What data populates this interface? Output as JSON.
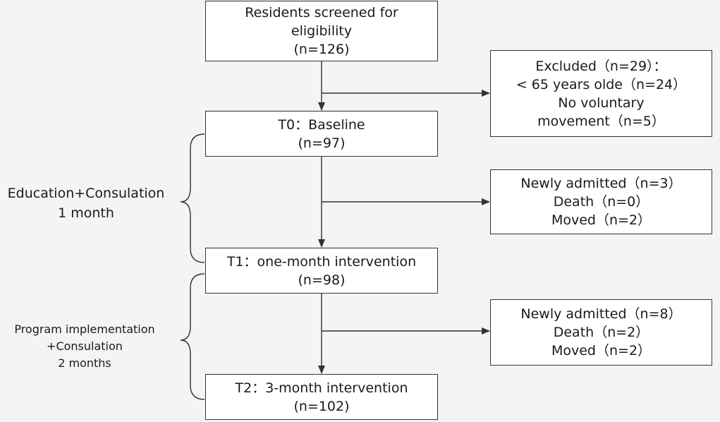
{
  "main_flow": {
    "screened": {
      "line1": "Residents screened for",
      "line2": "eligibility",
      "line3": "(n=126)"
    },
    "t0": {
      "line1": "T0：Baseline",
      "line2": "(n=97)"
    },
    "t1": {
      "line1": "T1：one-month intervention",
      "line2": "(n=98)"
    },
    "t2": {
      "line1": "T2：3-month intervention",
      "line2": "(n=102)"
    }
  },
  "side_boxes": {
    "excluded": {
      "line1": "Excluded（n=29）：",
      "line2": "< 65 years olde（n=24）",
      "line3": "No voluntary",
      "line4": "movement（n=5）"
    },
    "change1": {
      "line1": "Newly admitted（n=3）",
      "line2": "Death（n=0）",
      "line3": "Moved（n=2）"
    },
    "change2": {
      "line1": "Newly admitted（n=8）",
      "line2": "Death（n=2）",
      "line3": "Moved（n=2）"
    }
  },
  "phases": {
    "phase1": {
      "line1": "Education+Consulation",
      "line2": "1 month"
    },
    "phase2": {
      "line1": "Program implementation",
      "line2": "+Consulation",
      "line3": "2 months"
    }
  }
}
